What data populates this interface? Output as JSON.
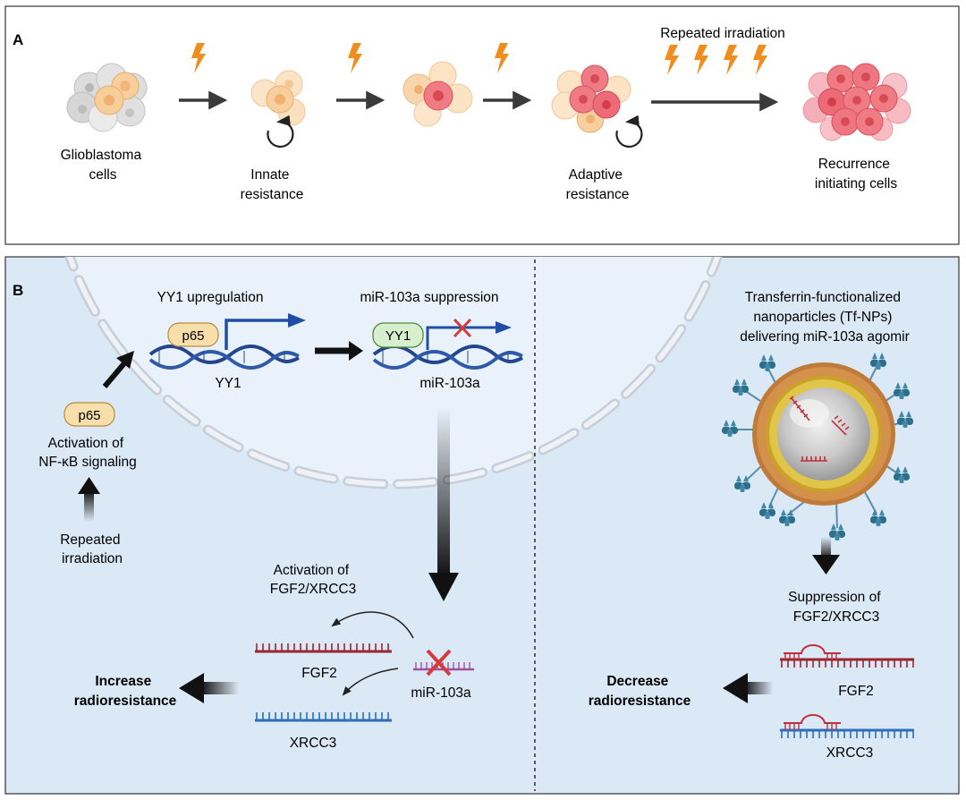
{
  "panel_a": {
    "label": "A",
    "stages": {
      "glioblastoma": [
        "Glioblastoma",
        "cells"
      ],
      "innate": [
        "Innate",
        "resistance"
      ],
      "adaptive": [
        "Adaptive",
        "resistance"
      ],
      "recurrence": [
        "Recurrence",
        "initiating cells"
      ]
    },
    "repeated_irradiation": "Repeated irradiation"
  },
  "panel_b": {
    "label": "B",
    "yy1_upregulation": "YY1 upregulation",
    "mir_suppression": "miR-103a suppression",
    "p65": "p65",
    "yy1_protein": "YY1",
    "yy1_gene": "YY1",
    "mir_gene": "miR-103a",
    "activation_nfkb": [
      "Activation of",
      "NF-κB signaling"
    ],
    "repeated_irradiation": [
      "Repeated",
      "irradiation"
    ],
    "activation_fgf2": [
      "Activation of",
      "FGF2/XRCC3"
    ],
    "fgf2": "FGF2",
    "xrcc3": "XRCC3",
    "mir_small": "miR-103a",
    "increase": [
      "Increase",
      "radioresistance"
    ],
    "tf_nps": [
      "Transferrin-functionalized",
      "nanoparticles (Tf-NPs)",
      "delivering miR-103a agomir"
    ],
    "suppression": [
      "Suppression of",
      "FGF2/XRCC3"
    ],
    "fgf2_right": "FGF2",
    "xrcc3_right": "XRCC3",
    "decrease": [
      "Decrease",
      "radioresistance"
    ]
  },
  "colors": {
    "cell_gray": "#cfcfcf",
    "cell_peach": "#f6cf9f",
    "cell_red": "#ea6f7a",
    "bolt": "#ef8d1e",
    "dna_blue": "#22458e",
    "arrow_blue": "#1f4fa3",
    "cross_red": "#d63b3b",
    "mrna_red": "#9b2531",
    "mrna_blue": "#2c6fb8",
    "panel_b_bg": "#dbe8f5",
    "nucleus_bg": "#e9f2fb",
    "np_gold": "#c9a227",
    "np_shell": "#c07a3a",
    "receptor_teal": "#2b6f8a"
  }
}
